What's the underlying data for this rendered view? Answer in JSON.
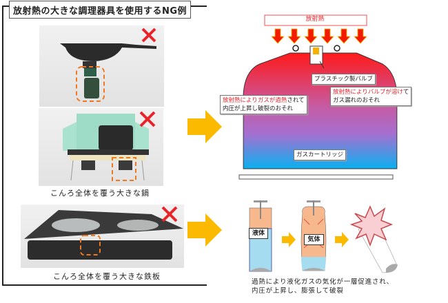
{
  "title": "放射熱の大きな調理器具を使用するNG例",
  "examples": [
    {
      "caption": ""
    },
    {
      "caption": "こんろ全体を覆う大きな鍋"
    },
    {
      "caption": "こんろ全体を覆う大きな鉄板"
    }
  ],
  "top_diagram": {
    "banner": "放射熱",
    "valve_label": "プラスチック製バルブ",
    "left_note_red": "放射熱によりガスが過熱",
    "left_note_rest1": "されて",
    "left_note_line2": "内圧が上昇し破裂のおそれ",
    "right_note_red": "放射熱によりバルブが溶け",
    "right_note_rest1": "て",
    "right_note_line2": "ガス漏れのおそれ",
    "cartridge_label": "ガスカートリッジ"
  },
  "bottom_diagram": {
    "liquid_label": "液体",
    "gas_label": "気体",
    "caption_line1": "過熱により液化ガスの気化が一層促進され、",
    "caption_line2": "内圧が上昇し、膨張して破裂"
  },
  "colors": {
    "arrow": "#fbb900",
    "ng_mark": "#e8232a",
    "highlight": "#f07820"
  }
}
